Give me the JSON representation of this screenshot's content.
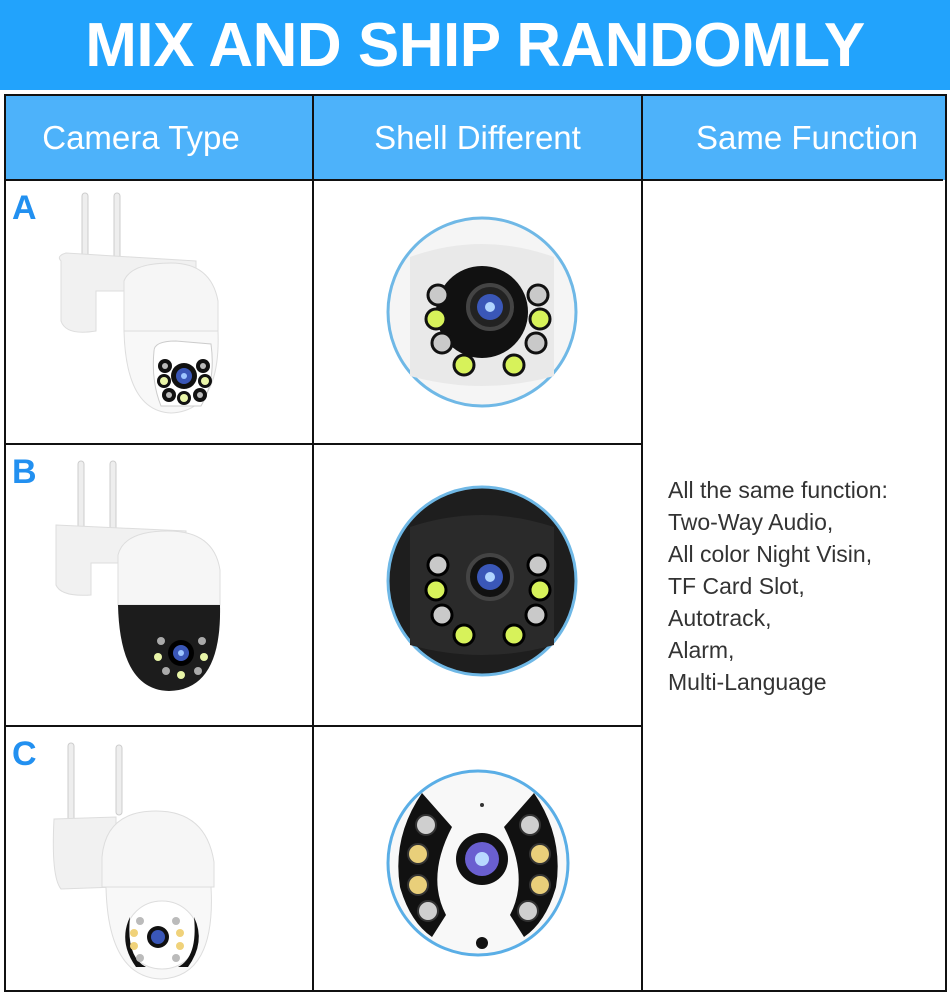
{
  "banner": {
    "title": "MIX AND SHIP RANDOMLY",
    "color": "#22a3fc"
  },
  "table": {
    "header_color": "#4db2fa",
    "columns": [
      "Camera Type",
      "Shell Different",
      "Same Function"
    ],
    "rows": [
      {
        "label": "A",
        "camera_image": "white-ptz-camera",
        "shell_image": "white-shell-closeup"
      },
      {
        "label": "B",
        "camera_image": "white-black-ptz-camera",
        "shell_image": "black-shell-closeup"
      },
      {
        "label": "C",
        "camera_image": "white-ptz-camera-round-face",
        "shell_image": "white-round-shell-closeup"
      }
    ],
    "features": {
      "lines": [
        "All the same function:",
        "Two-Way Audio,",
        "All color Night Visin,",
        "TF Card Slot,",
        "Autotrack,",
        "Alarm,",
        "Multi-Language"
      ]
    },
    "letter_color": "#2290f0"
  }
}
